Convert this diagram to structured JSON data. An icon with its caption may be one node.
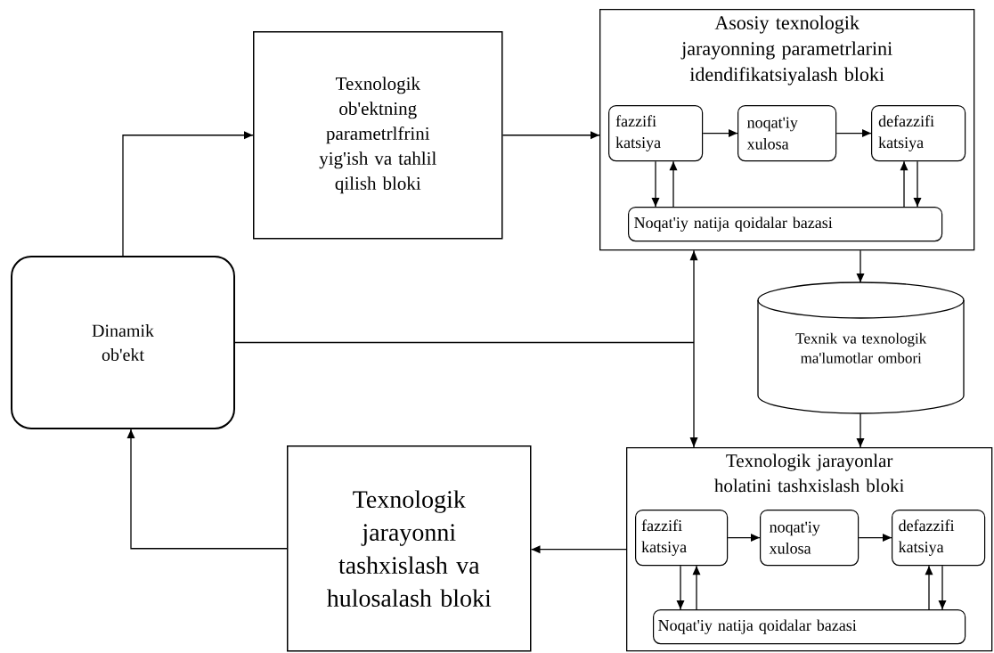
{
  "diagram": {
    "nodes": [
      {
        "text": [
          "Dinamik ob'ekt"
        ]
      },
      {
        "text": [
          "Texnologik ob'ektning parametrlfrini yig'ish va tahlil qilish bloki"
        ]
      },
      {
        "text": [
          "Asosiy texnologik jarayonning parametrlarini idendifikatsiyalash bloki"
        ]
      },
      {
        "text": [
          "fazzifi katsiya"
        ],
        "in": 2
      },
      {
        "text": [
          "noqat'iy xulosa"
        ],
        "in": 2
      },
      {
        "text": [
          "defazzifi katsiya"
        ],
        "in": 2
      },
      {
        "text": [
          "Noqat'iy natija qoidalar bazasi"
        ],
        "in": 2
      },
      {
        "text": [
          "Texnik va texnologik ma'lumotlar ombori"
        ]
      },
      {
        "text": [
          "Texnologik jarayonlar holatini tashxislash bloki"
        ]
      },
      {
        "text": [
          "fazzifi katsiya"
        ],
        "in": 8
      },
      {
        "text": [
          "noqat'iy xulosa"
        ],
        "in": 8
      },
      {
        "text": [
          "defazzifi katsiya"
        ],
        "in": 8
      },
      {
        "text": [
          "Noqat'iy natija qoidalar bazasi"
        ],
        "in": 8
      },
      {
        "text": [
          "Texnologik jarayonni tashxislash va hulosalash bloki"
        ]
      }
    ],
    "edges": [
      {
        "from": 0,
        "to": 1,
        "arrow": "to"
      },
      {
        "from": 1,
        "to": 2,
        "arrow": "to"
      },
      {
        "from": 3,
        "to": 4,
        "arrow": "to"
      },
      {
        "from": 4,
        "to": 5,
        "arrow": "to"
      },
      {
        "from": 3,
        "to": 6,
        "arrow": "to"
      },
      {
        "from": 6,
        "to": 3,
        "arrow": "to"
      },
      {
        "from": 6,
        "to": 5,
        "arrow": "to"
      },
      {
        "from": 5,
        "to": 6,
        "arrow": "to"
      },
      {
        "from": 0,
        "to": 2,
        "arrow": "to"
      },
      {
        "from": 0,
        "to": 8,
        "arrow": "to"
      },
      {
        "from": 2,
        "to": 7,
        "arrow": "to"
      },
      {
        "from": 7,
        "to": 8,
        "arrow": "to"
      },
      {
        "from": 9,
        "to": 10,
        "arrow": "to"
      },
      {
        "from": 10,
        "to": 11,
        "arrow": "to"
      },
      {
        "from": 9,
        "to": 12,
        "arrow": "to"
      },
      {
        "from": 12,
        "to": 9,
        "arrow": "to"
      },
      {
        "from": 12,
        "to": 11,
        "arrow": "to"
      },
      {
        "from": 11,
        "to": 12,
        "arrow": "to"
      },
      {
        "from": 8,
        "to": 13,
        "arrow": "to"
      },
      {
        "from": 13,
        "to": 0,
        "arrow": "to"
      }
    ]
  }
}
